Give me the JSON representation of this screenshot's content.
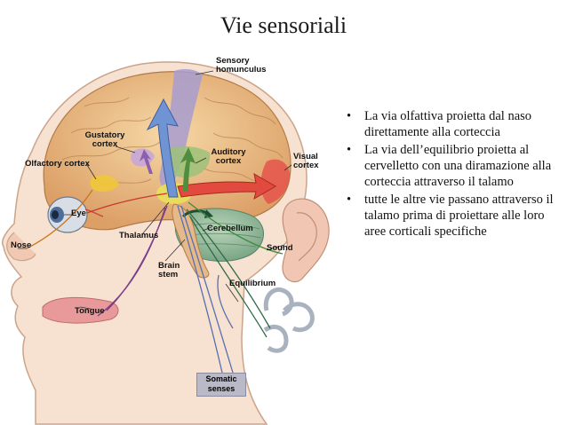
{
  "title": "Vie sensoriali",
  "labels": {
    "sensory_homunculus": "Sensory homunculus",
    "gustatory_cortex": "Gustatory cortex",
    "olfactory_cortex": "Olfactory cortex",
    "auditory_cortex": "Auditory cortex",
    "visual_cortex": "Visual cortex",
    "eye": "Eye",
    "thalamus": "Thalamus",
    "cerebellum": "Cerebellum",
    "nose": "Nose",
    "sound": "Sound",
    "brain_stem": "Brain stem",
    "equilibrium": "Equilibrium",
    "tongue": "Tongue",
    "somatic_senses": "Somatic senses"
  },
  "bullet_char": "•",
  "bullets": [
    "La via olfattiva proietta dal naso direttamente alla corteccia",
    "La via dell’equilibrio proietta al cervelletto con una diramazione alla corteccia attraverso il talamo",
    " tutte le altre vie passano attraverso il talamo prima di proiettare alle loro aree corticali specifiche"
  ]
}
